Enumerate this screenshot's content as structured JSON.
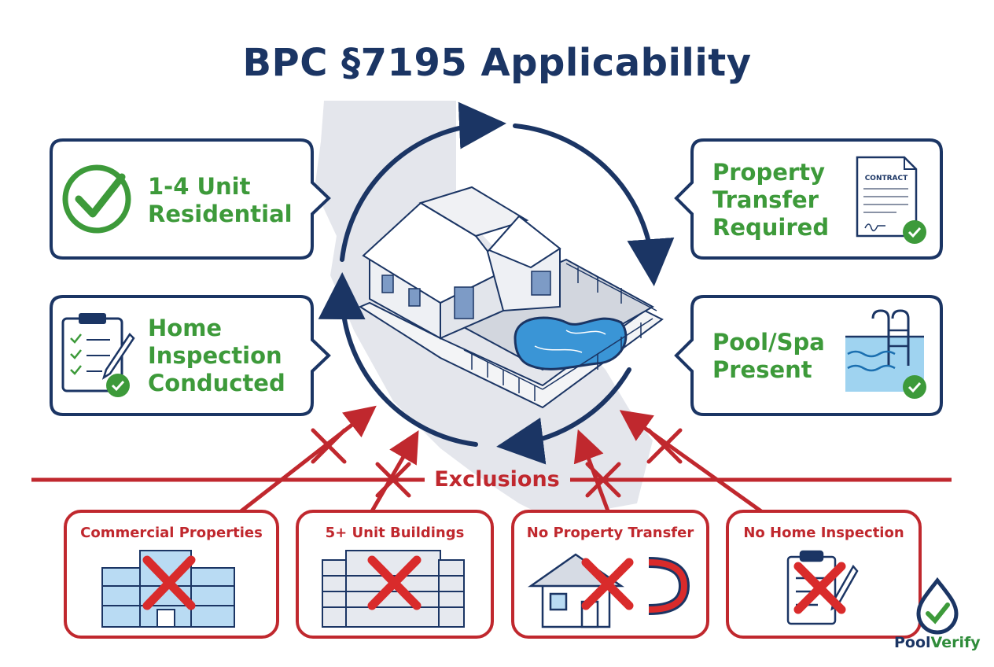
{
  "title": "BPC §7195 Applicability",
  "criteria": {
    "residential": {
      "line1": "1-4 Unit",
      "line2": "Residential"
    },
    "inspection": {
      "line1": "Home",
      "line2": "Inspection",
      "line3": "Conducted"
    },
    "transfer": {
      "line1": "Property",
      "line2": "Transfer",
      "line3": "Required"
    },
    "pool": {
      "line1": "Pool/Spa",
      "line2": "Present"
    }
  },
  "contract_label": "CONTRACT",
  "exclusions": {
    "title": "Exclusions",
    "items": [
      {
        "label": "Commercial Properties"
      },
      {
        "label": "5+ Unit Buildings"
      },
      {
        "label": "No Property Transfer"
      },
      {
        "label": "No Home Inspection"
      }
    ]
  },
  "brand": {
    "part1": "Pool",
    "part2": "Verify"
  },
  "colors": {
    "navy": "#1b3564",
    "green": "#3d9a3a",
    "red": "#c0282e",
    "state_gray": "#e4e6ec"
  }
}
